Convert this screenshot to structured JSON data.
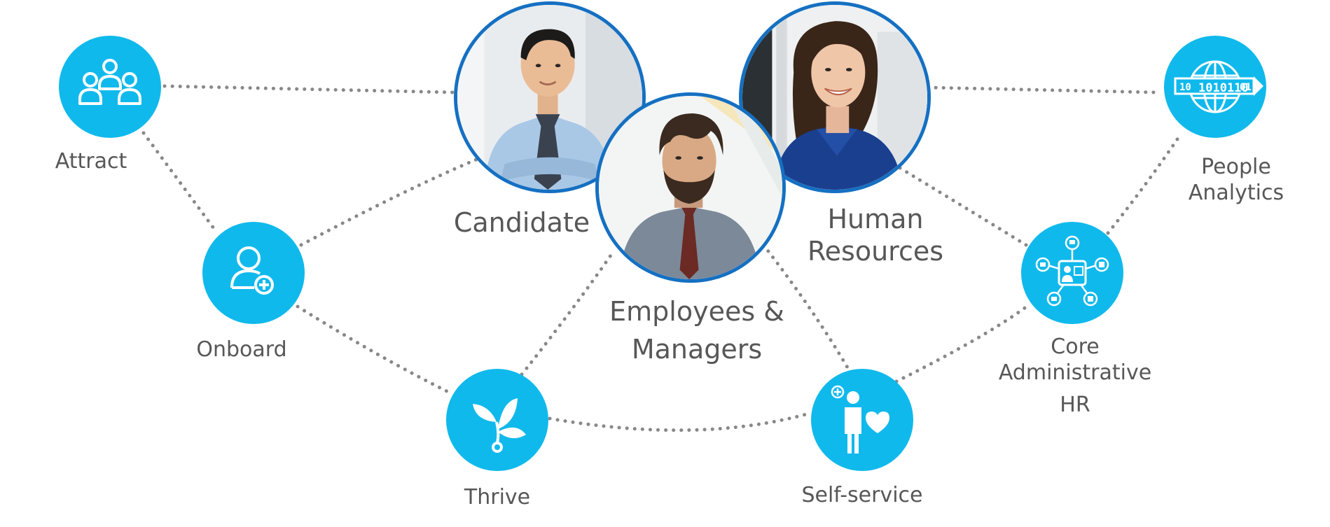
{
  "accent_color": "#10b9ec",
  "photo_border_color": "#1570c2",
  "connector_color": "#888888",
  "nodes": {
    "attract": {
      "label": "Attract",
      "icon": "people-group-icon"
    },
    "onboard": {
      "label": "Onboard",
      "icon": "add-user-icon"
    },
    "thrive": {
      "label": "Thrive",
      "icon": "sprout-icon"
    },
    "self_service": {
      "label": "Self-service",
      "icon": "person-heart-icon"
    },
    "core_hr": {
      "line1": "Core",
      "line2": "Administrative",
      "line3": "HR",
      "icon": "hub-network-icon"
    },
    "people_analytics": {
      "line1": "People",
      "line2": "Analytics",
      "icon": "globe-data-icon",
      "globe_bits_left": "10",
      "globe_bits_center": "1010110",
      "globe_bits_right": "01"
    }
  },
  "personas": {
    "candidate": {
      "label": "Candidate",
      "photo": "man-in-shirt-and-tie-photo"
    },
    "employees": {
      "line1": "Employees &",
      "line2": "Managers",
      "photo": "bearded-man-photo"
    },
    "hr": {
      "line1": "Human",
      "line2": "Resources",
      "photo": "smiling-woman-photo"
    }
  }
}
